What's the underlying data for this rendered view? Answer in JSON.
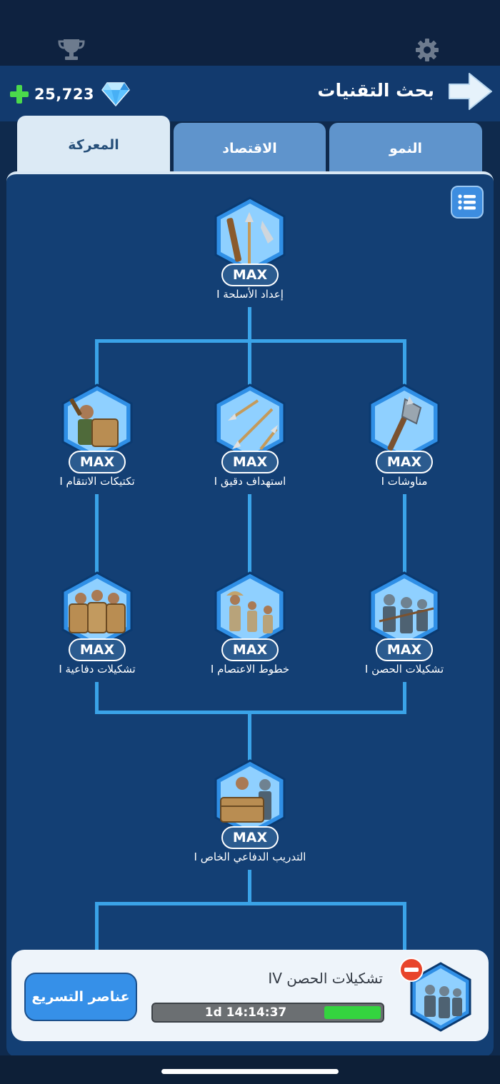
{
  "app": {
    "title": "بحث التقنيات",
    "gems": "25,723",
    "icons": {
      "top_left": "trophy-icon",
      "top_right": "gear-icon",
      "back": "arrow-icon",
      "currency": "diamond-icon",
      "add": "plus-icon",
      "list": "list-icon"
    }
  },
  "tabs": [
    {
      "label": "المعركة",
      "active": true
    },
    {
      "label": "الاقتصاد",
      "active": false
    },
    {
      "label": "النمو",
      "active": false
    }
  ],
  "tree": {
    "max_label": "MAX",
    "nodes": [
      {
        "label": "إعداد الأسلحة I",
        "level": "MAX"
      },
      {
        "label": "تكتيكات الانتقام I",
        "level": "MAX"
      },
      {
        "label": "استهداف دقيق I",
        "level": "MAX"
      },
      {
        "label": "مناوشات I",
        "level": "MAX"
      },
      {
        "label": "تشكيلات دفاعية I",
        "level": "MAX"
      },
      {
        "label": "خطوط الاعتصام I",
        "level": "MAX"
      },
      {
        "label": "تشكيلات الحصن I",
        "level": "MAX"
      },
      {
        "label": "التدريب الدفاعي الخاص I",
        "level": "MAX"
      }
    ]
  },
  "current_research": {
    "name": "تشكيلات الحصن IV",
    "timer": "1d 14:14:37",
    "progress": 0.25,
    "speed_button": "عناصر التسريع"
  },
  "colors": {
    "accent": "#3aa3e8",
    "progress": "#34d43f",
    "panel": "#133f74"
  }
}
